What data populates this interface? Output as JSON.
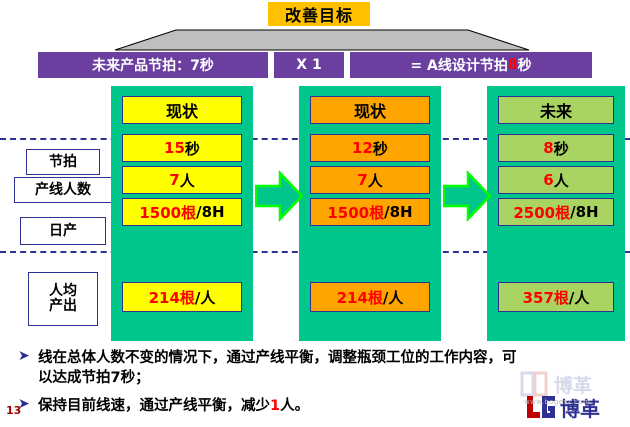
{
  "slide": {
    "title": "改善目标",
    "page_number": "13",
    "title_bg": "#FFC000",
    "banner_color": "#BFBFBF"
  },
  "formula": {
    "accent_color": "#6B3FA0",
    "boxes": [
      {
        "name": "future-takt",
        "text_a": "未来产品节拍：7秒",
        "text_b": "",
        "highlight": ""
      },
      {
        "name": "multiplier",
        "text_a": "X 1",
        "text_b": "",
        "highlight": ""
      },
      {
        "name": "line-a-design-takt",
        "text_a": "= A线设计节拍",
        "highlight": "8",
        "text_b": "秒"
      }
    ]
  },
  "row_labels": {
    "takt": "节拍",
    "people": "产线人数",
    "daily": "日产",
    "per_head_line1": "人均",
    "per_head_line2": "产出"
  },
  "columns": [
    {
      "name": "current-state-1",
      "panel_color": "#00C68C",
      "cell_color": "#FFFF00",
      "header": "现状",
      "rows": [
        {
          "red": "15",
          "black": "秒"
        },
        {
          "red": "7",
          "black": "人"
        },
        {
          "red": "1500根",
          "black": "/8H"
        }
      ],
      "per_head": {
        "red": "214根",
        "black": "/人"
      }
    },
    {
      "name": "current-state-2",
      "panel_color": "#00C68C",
      "cell_color": "#FFA500",
      "header": "现状",
      "rows": [
        {
          "red": "12",
          "black": "秒"
        },
        {
          "red": "7",
          "black": "人"
        },
        {
          "red": "1500根",
          "black": "/8H"
        }
      ],
      "per_head": {
        "red": "214根",
        "black": "/人"
      }
    },
    {
      "name": "future-state",
      "panel_color": "#00C68C",
      "cell_color": "#A9D462",
      "header": "未来",
      "rows": [
        {
          "red": "8",
          "black": "秒"
        },
        {
          "red": "6",
          "black": "人"
        },
        {
          "red": "2500根",
          "black": "/8H"
        }
      ],
      "per_head": {
        "red": "357根",
        "black": "/人"
      }
    }
  ],
  "arrows": {
    "fill": "#00C68C",
    "stroke": "#00FF00",
    "count": 2
  },
  "bullets": [
    {
      "marker": "➤",
      "text": "线在总体人数不变的情况下，通过产线平衡，调整瓶颈工位的工作内容，可以达成节拍7秒；"
    },
    {
      "marker": "➤",
      "pre": "保持目前线速，通过产线平衡，减少",
      "highlight": "1",
      "post": "人。"
    }
  ],
  "logo": {
    "mark": "博革",
    "watermark_url": "www.bogesz.com"
  }
}
